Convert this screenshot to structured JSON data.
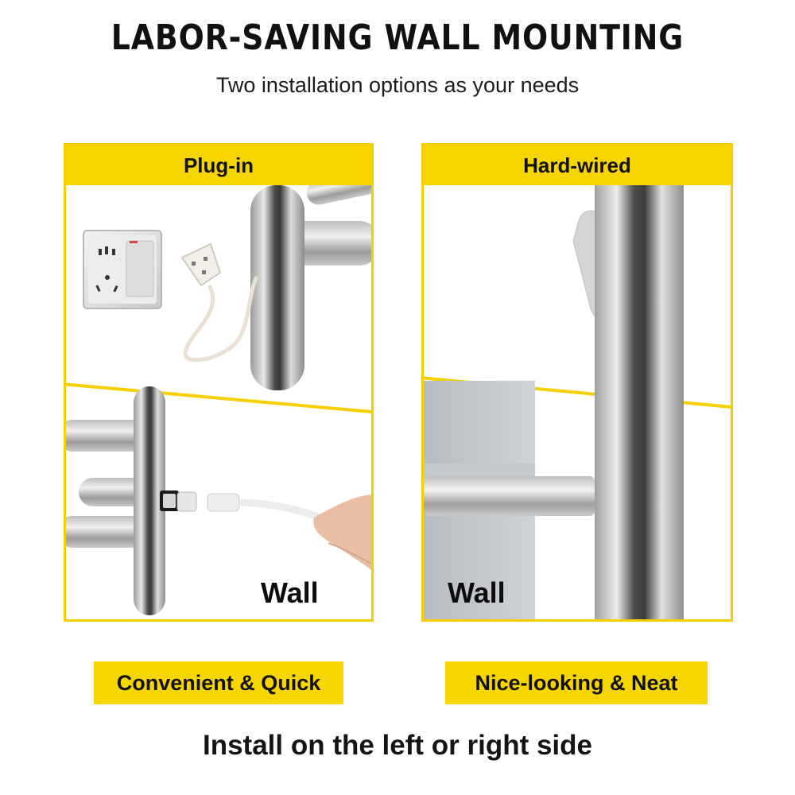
{
  "header": {
    "title": "LABOR-SAVING WALL MOUNTING",
    "subtitle": "Two installation options as your needs"
  },
  "options": [
    {
      "label": "Plug-in",
      "wall_label": "Wall",
      "benefit": "Convenient & Quick"
    },
    {
      "label": "Hard-wired",
      "wall_label": "Wall",
      "benefit": "Nice-looking & Neat"
    }
  ],
  "footer": {
    "text": "Install on the left or right side"
  },
  "colors": {
    "accent_yellow": "#f7d600",
    "steel": "#c9c9c9",
    "text": "#111111"
  }
}
